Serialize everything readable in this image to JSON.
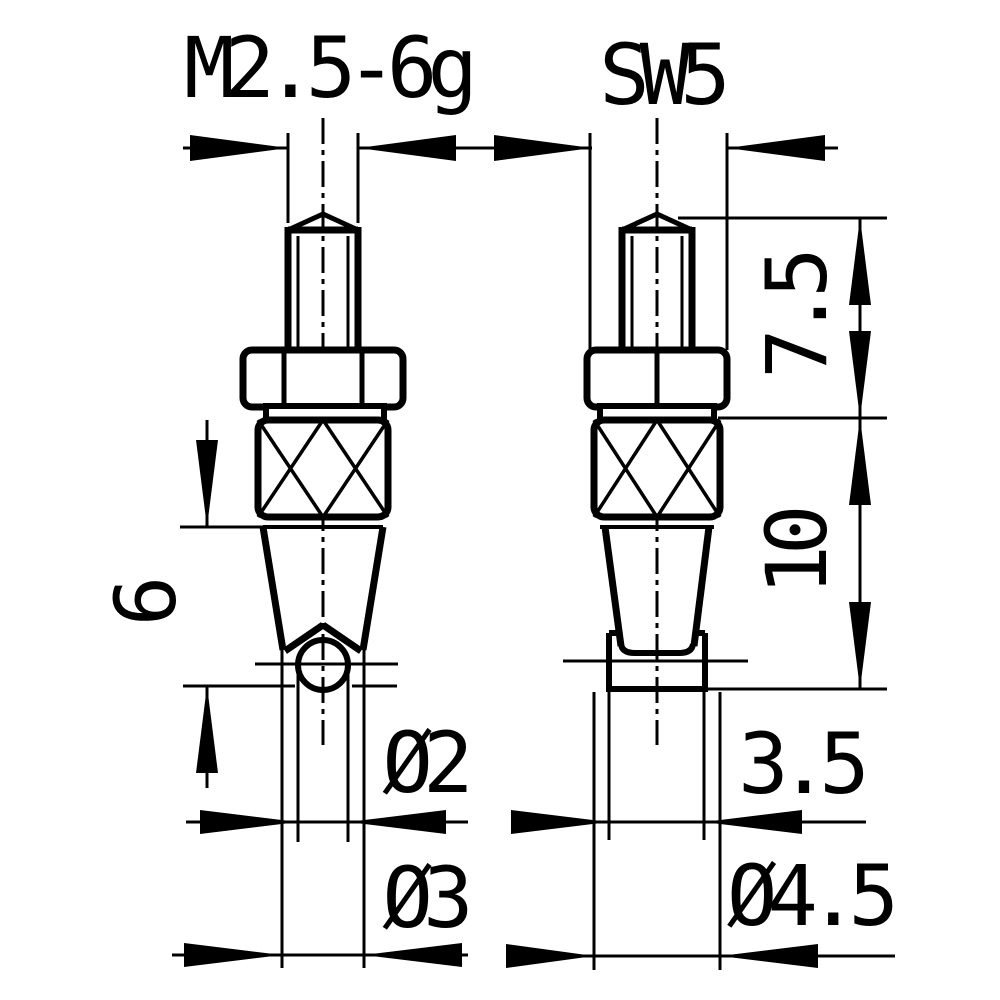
{
  "drawing": {
    "type": "technical-dimension-drawing",
    "background": "#ffffff",
    "line_color": "#000000",
    "figures": [
      {
        "name": "measuring insert with ball tip",
        "labels": {
          "thread": "M2.5-6g",
          "tip_length": "6",
          "ball_diameter": "Ø2",
          "shaft_diameter": "Ø3"
        }
      },
      {
        "name": "measuring insert with cylindrical flat tip",
        "labels": {
          "wrench_size": "SW5",
          "upper_section_length": "7.5",
          "lower_section_length": "10",
          "tip_diameter": "3.5",
          "knurl_diameter": "Ø4.5"
        }
      }
    ]
  }
}
